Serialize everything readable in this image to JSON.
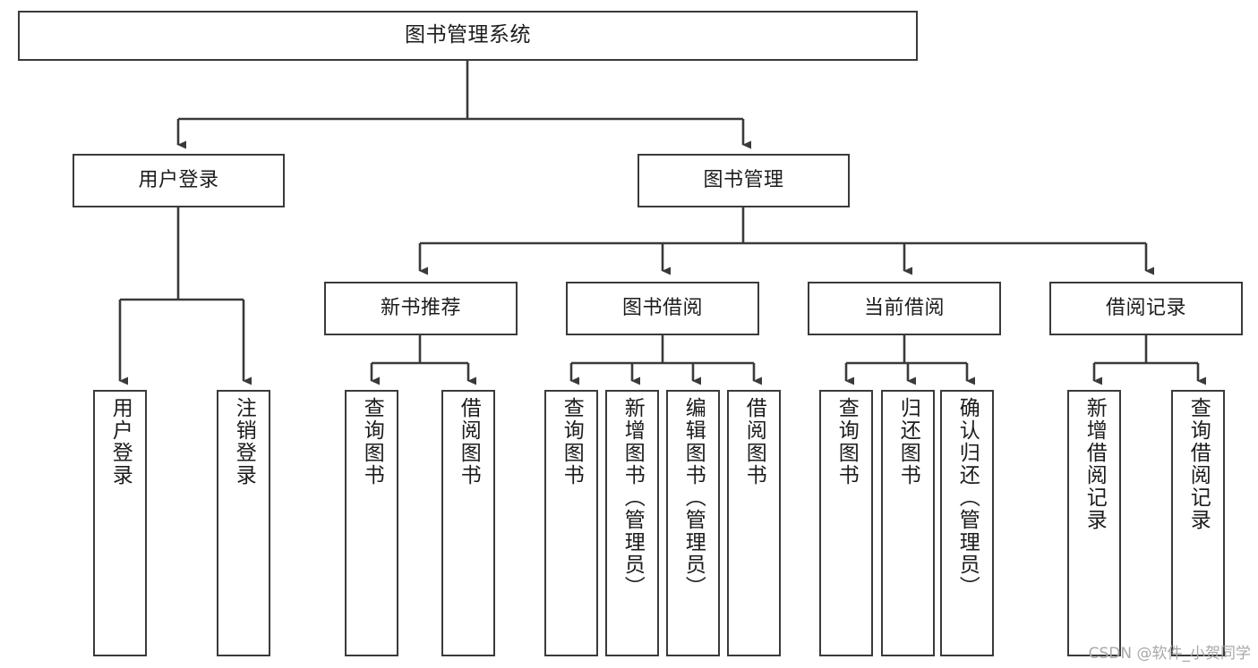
{
  "diagram": {
    "title": "图书管理系统",
    "type": "tree-hierarchy-chart",
    "orientation": "top-down",
    "colors": {
      "box_stroke": "#3a3a3a",
      "box_fill": "#ffffff",
      "edge_stroke": "#3a3a3a",
      "text": "#1c1c1c",
      "watermark": "#a8a8a8"
    },
    "root": {
      "id": "root",
      "label": "图书管理系统"
    },
    "tier2": [
      {
        "id": "user-login",
        "label": "用户登录"
      },
      {
        "id": "book-manage",
        "label": "图书管理"
      }
    ],
    "tier3": [
      {
        "id": "new-book-recommend",
        "label": "新书推荐"
      },
      {
        "id": "book-borrow",
        "label": "图书借阅"
      },
      {
        "id": "current-borrow",
        "label": "当前借阅"
      },
      {
        "id": "borrow-record",
        "label": "借阅记录"
      }
    ],
    "leaves": {
      "user_login": [
        {
          "id": "leaf-user-login",
          "label": "用户登录"
        },
        {
          "id": "leaf-logout-login",
          "label": "注销登录"
        }
      ],
      "new_book_recommend": [
        {
          "id": "leaf-query-book-1",
          "label": "查询图书"
        },
        {
          "id": "leaf-borrow-book-1",
          "label": "借阅图书"
        }
      ],
      "book_borrow": [
        {
          "id": "leaf-query-book-2",
          "label": "查询图书"
        },
        {
          "id": "leaf-add-book",
          "label": "新增图书（管理员）"
        },
        {
          "id": "leaf-edit-book",
          "label": "编辑图书（管理员）"
        },
        {
          "id": "leaf-borrow-book-2",
          "label": "借阅图书"
        }
      ],
      "current_borrow": [
        {
          "id": "leaf-query-book-3",
          "label": "查询图书"
        },
        {
          "id": "leaf-return-book",
          "label": "归还图书"
        },
        {
          "id": "leaf-confirm-return",
          "label": "确认归还（管理员）"
        }
      ],
      "borrow_record": [
        {
          "id": "leaf-add-record",
          "label": "新增借阅记录"
        },
        {
          "id": "leaf-query-record",
          "label": "查询借阅记录"
        }
      ]
    },
    "watermark": "CSDN @软件_小贺同学"
  }
}
